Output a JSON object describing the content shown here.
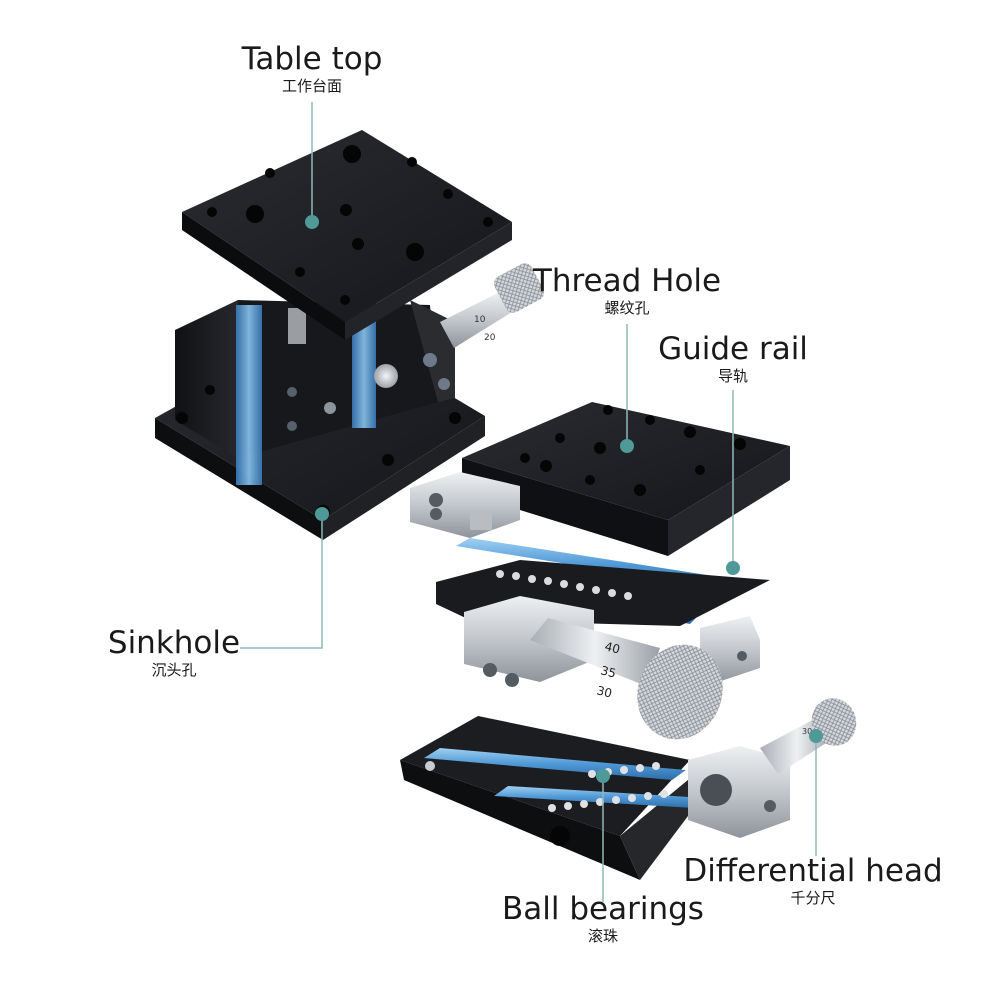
{
  "labels": {
    "table_top": {
      "en": "Table top",
      "cn": "工作台面"
    },
    "thread_hole": {
      "en": "Thread Hole",
      "cn": "螺纹孔"
    },
    "guide_rail": {
      "en": "Guide rail",
      "cn": "导轨"
    },
    "sinkhole": {
      "en": "Sinkhole",
      "cn": "沉头孔"
    },
    "differential_head": {
      "en": "Differential head",
      "cn": "千分尺"
    },
    "ball_bearings": {
      "en": "Ball bearings",
      "cn": "滚珠"
    }
  },
  "micrometer": {
    "scale_top": [
      "10",
      "20"
    ],
    "scale_front": [
      "40",
      "35",
      "30"
    ],
    "scale_right": "30"
  },
  "colors": {
    "metal_black": "#1c1d20",
    "rail_blue": "#5aa2da",
    "silver": "#c9ccd0",
    "callout": "#4f9a98",
    "leader": "#8fb9b9"
  }
}
